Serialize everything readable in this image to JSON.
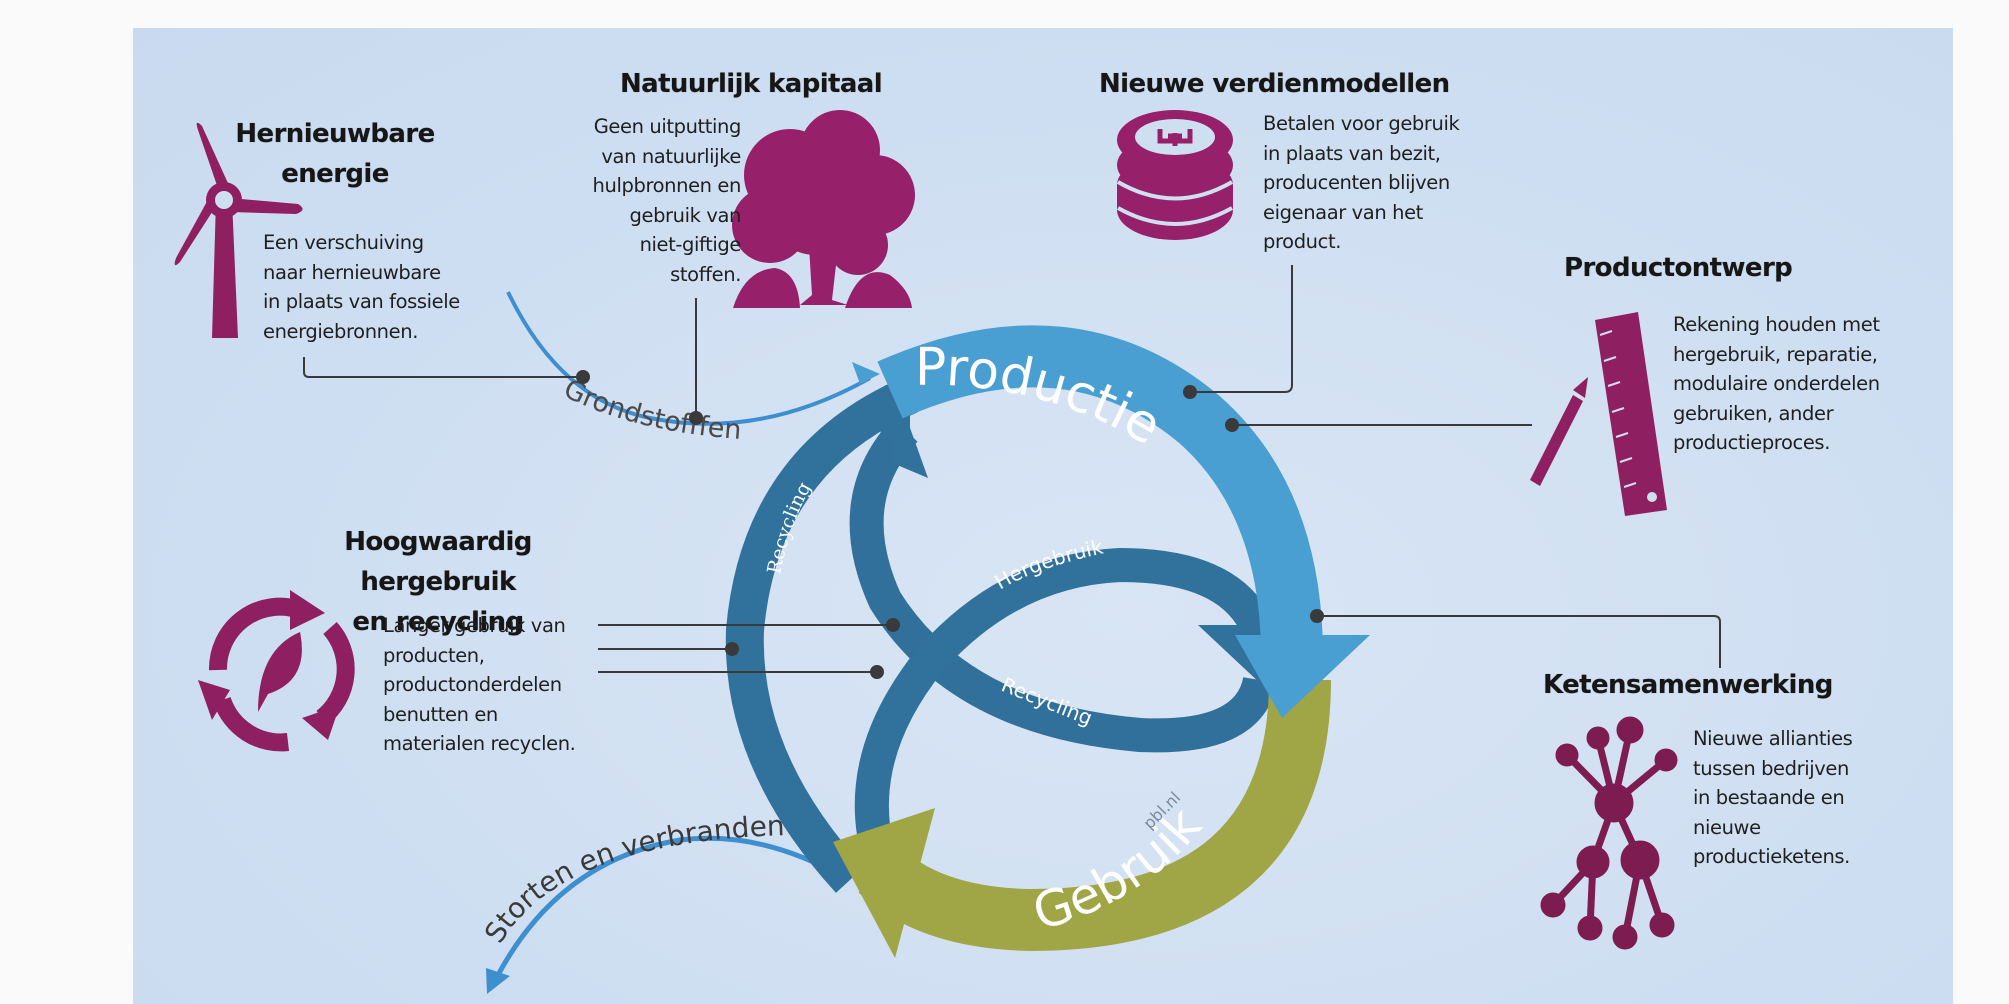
{
  "colors": {
    "background": "#cfdff2",
    "icon": "#8e1f60",
    "production_arrow": "#4a9fd2",
    "loop_arrow": "#31729c",
    "use_arrow": "#a0a545",
    "flow_line": "#3d8fcf",
    "connector": "#3a3a3a"
  },
  "blocks": {
    "energy": {
      "icon": "wind-turbine-icon",
      "title_lines": [
        "Hernieuwbare",
        "energie"
      ],
      "text_lines": [
        "Een verschuiving",
        "naar hernieuwbare",
        "in plaats van fossiele",
        "energiebronnen."
      ]
    },
    "natural_capital": {
      "icon": "tree-icon",
      "title": "Natuurlijk kapitaal",
      "text_lines": [
        "Geen uitputting",
        "van natuurlijke",
        "hulpbronnen en",
        "gebruik van",
        "niet-giftige",
        "stoffen."
      ]
    },
    "revenue_models": {
      "icon": "euro-coins-icon",
      "title": "Nieuwe verdienmodellen",
      "text_lines": [
        "Betalen voor gebruik",
        "in plaats van bezit,",
        "producenten blijven",
        "eigenaar van het",
        "product."
      ]
    },
    "product_design": {
      "icon": "ruler-pencil-icon",
      "title": "Productontwerp",
      "text_lines": [
        "Rekening houden met",
        "hergebruik, reparatie,",
        "modulaire onderdelen",
        "gebruiken, ander",
        "productieproces."
      ]
    },
    "reuse_recycling": {
      "icon": "recycle-leaf-icon",
      "title_lines": [
        "Hoogwaardig hergebruik",
        "en recycling"
      ],
      "text_lines": [
        "Langer gebruik van",
        "producten,",
        "productonderdelen",
        "benutten en",
        "materialen recyclen."
      ]
    },
    "chain_cooperation": {
      "icon": "network-icon",
      "title": "Ketensamenwerking",
      "text_lines": [
        "Nieuwe allianties",
        "tussen bedrijven",
        "in bestaande en",
        "nieuwe",
        "productieketens."
      ]
    }
  },
  "cycle": {
    "production": "Productie",
    "use": "Gebruik",
    "recycling_outer": "Recycling",
    "reuse": "Hergebruik",
    "recycling_inner": "Recycling",
    "raw_materials": "Grondstofffen",
    "landfill": "Storten en verbranden",
    "credit": "pbl.nl"
  }
}
